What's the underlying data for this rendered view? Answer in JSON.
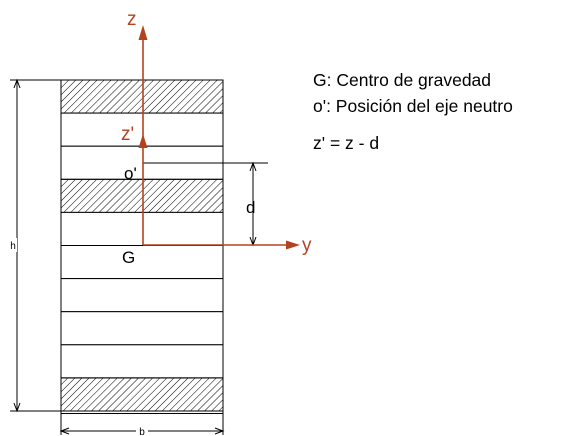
{
  "colors": {
    "axis": "#b5421e",
    "line": "#000000",
    "hatch": "#000000",
    "background": "#ffffff"
  },
  "labels": {
    "z_axis": "z",
    "z_prime_axis": "z'",
    "y_axis": "y",
    "o_prime": "o'",
    "g_point": "G",
    "d_dimension": "d",
    "h_height": "h",
    "b_width": "b"
  },
  "legend": {
    "line1": "G: Centro de gravedad",
    "line2": "o': Posición del eje neutro",
    "equation": "z' = z - d"
  },
  "section": {
    "layers": [
      {
        "type": "hatched"
      },
      {
        "type": "plain"
      },
      {
        "type": "plain"
      },
      {
        "type": "hatched"
      },
      {
        "type": "plain"
      },
      {
        "type": "plain"
      },
      {
        "type": "plain"
      },
      {
        "type": "plain"
      },
      {
        "type": "plain"
      },
      {
        "type": "hatched"
      }
    ]
  }
}
